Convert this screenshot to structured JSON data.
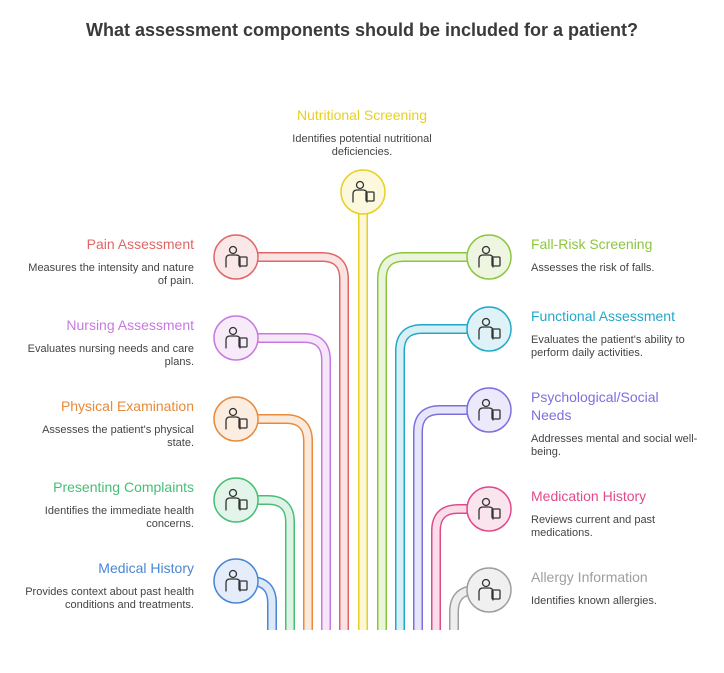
{
  "title": "What assessment components should be included for a patient?",
  "center": {
    "label": "Nutritional Screening",
    "desc": "Identifies potential nutritional deficiencies.",
    "color": "#e7d021",
    "icon": "nutrition-icon"
  },
  "left_items": [
    {
      "label": "Pain Assessment",
      "desc": "Measures the intensity and nature of pain.",
      "color": "#e06666",
      "icon": "pain-assessment-icon"
    },
    {
      "label": "Nursing Assessment",
      "desc": "Evaluates nursing needs and care plans.",
      "color": "#c779e0",
      "icon": "nursing-bed-icon"
    },
    {
      "label": "Physical Examination",
      "desc": "Assesses the patient's physical state.",
      "color": "#e88a3a",
      "icon": "physical-exam-icon"
    },
    {
      "label": "Presenting Complaints",
      "desc": "Identifies the immediate health concerns.",
      "color": "#46bf75",
      "icon": "complaint-icon"
    },
    {
      "label": "Medical History",
      "desc": "Provides context about past health conditions and treatments.",
      "color": "#4a86d4",
      "icon": "medical-record-icon"
    }
  ],
  "right_items": [
    {
      "label": "Fall-Risk Screening",
      "desc": "Assesses the risk of falls.",
      "color": "#8cc63f",
      "icon": "fall-risk-icon"
    },
    {
      "label": "Functional Assessment",
      "desc": "Evaluates the patient's ability to perform daily activities.",
      "color": "#22a8c8",
      "icon": "functional-assessment-icon"
    },
    {
      "label": "Psychological/Social Needs",
      "desc": "Addresses mental and social well-being.",
      "color": "#7b6fe0",
      "icon": "psychosocial-icon"
    },
    {
      "label": "Medication History",
      "desc": "Reviews current and past medications.",
      "color": "#e04a8c",
      "icon": "medication-icon"
    },
    {
      "label": "Allergy Information",
      "desc": "Identifies known allergies.",
      "color": "#9e9e9e",
      "icon": "allergy-icon"
    }
  ]
}
